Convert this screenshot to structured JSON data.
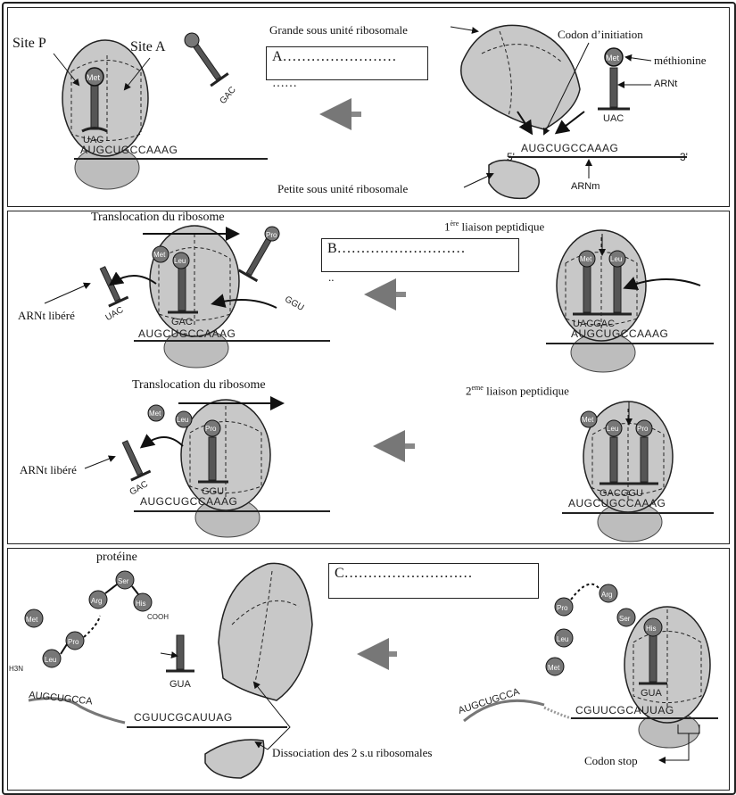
{
  "panel_a": {
    "site_p": "Site P",
    "site_a": "Site A",
    "answer_box": "A……………………",
    "answer_box_cont": "……",
    "large_subunit": "Grande sous unité ribosomale",
    "initiation_codon": "Codon d’initiation",
    "methionine": "méthionine",
    "trna": "ARNt",
    "mrna": "ARNm",
    "small_subunit": "Petite sous unité ribosomale",
    "five_prime": "5'",
    "three_prime": "3'",
    "mrna_seq": "AUGCUGCCAAAG",
    "anticodon_uac": "UAC",
    "anticodon_gac": "GAC",
    "met": "Met"
  },
  "panel_b": {
    "translocation_1": "Translocation du ribosome",
    "translocation_2": "Translocation du ribosome",
    "answer_box": "B………………………",
    "answer_box_cont": "..",
    "first_bond_num": "1",
    "first_bond_sup": "ère",
    "first_bond_text": " liaison peptidique",
    "second_bond_num": "2",
    "second_bond_sup": "eme",
    "second_bond_text": " liaison peptidique",
    "released_trna_1": "ARNt libéré",
    "released_trna_2": "ARNt libéré",
    "mrna_seq": "AUGCUGCCAAAG",
    "uac": "UAC",
    "gac": "GAC",
    "ggu": "GGU",
    "met": "Met",
    "leu": "Leu",
    "pro": "Pro"
  },
  "panel_c": {
    "answer_box": "C………………………",
    "protein": "protéine",
    "cooh": "COOH",
    "h3n": "H3N",
    "dissociation": "Dissociation des 2 s.u ribosomales",
    "stop_codon": "Codon stop",
    "mrna_left": "AUGCUGCCA",
    "mrna_right": "CGUUCGCAUUAG",
    "gua": "GUA",
    "met": "Met",
    "leu": "Leu",
    "pro": "Pro",
    "arg": "Arg",
    "ser": "Ser",
    "his": "His"
  }
}
